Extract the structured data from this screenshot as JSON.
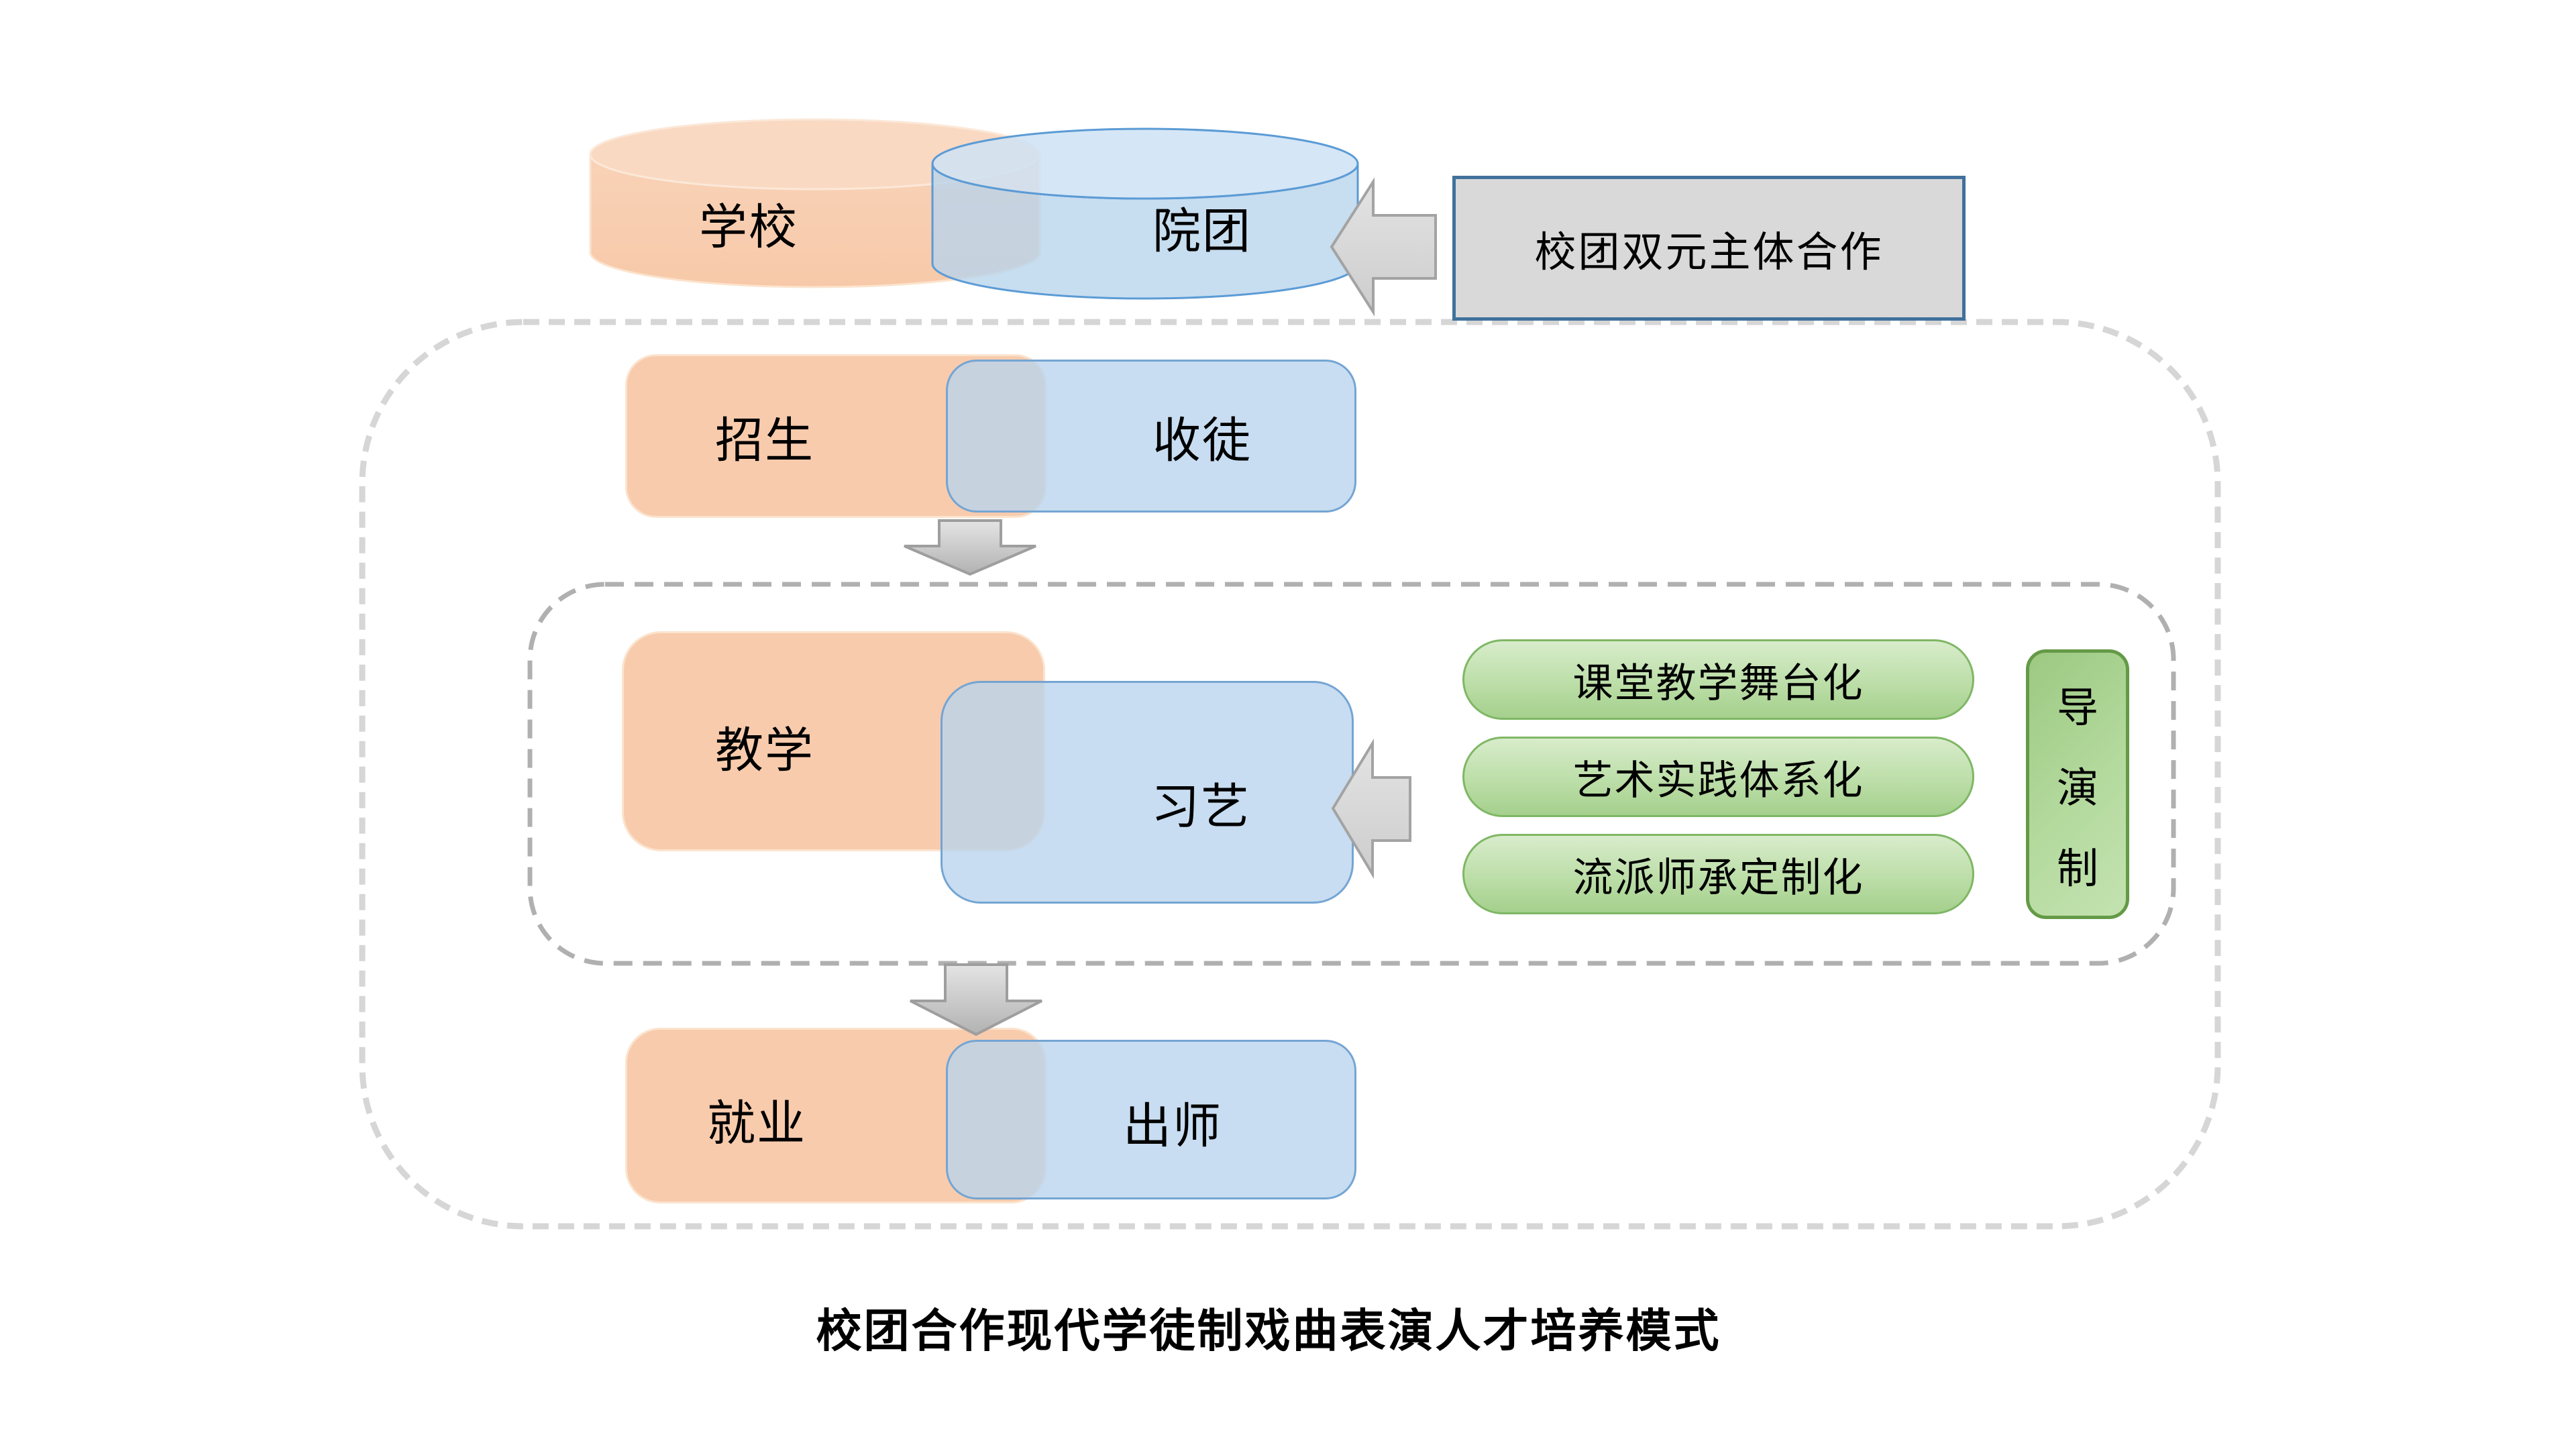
{
  "title": "校团合作现代学徒制戏曲表演人才培养模式",
  "entities": {
    "school": "学校",
    "troupe": "院团"
  },
  "cooperation": {
    "label": "校团双元主体合作"
  },
  "stages": [
    {
      "school": "招生",
      "troupe": "收徒"
    },
    {
      "school": "教学",
      "troupe": "习艺"
    },
    {
      "school": "就业",
      "troupe": "出师"
    }
  ],
  "teaching_methods": [
    "课堂教学舞台化",
    "艺术实践体系化",
    "流派师承定制化"
  ],
  "director_system": {
    "label": "导演制",
    "chars": [
      "导",
      "演",
      "制"
    ]
  },
  "colors": {
    "school_fill": "#F8CBAD",
    "troupe_fill": "#BDD7EE",
    "troupe_border": "#5B9BD5",
    "method_fill": "#A9D18E",
    "method_border": "#7FB765",
    "director_border": "#649A47",
    "cooperation_fill": "#D9D9D9",
    "cooperation_border": "#41719C",
    "arrow_fill": "#DCDCDC",
    "dash_outer": "#D6D6D6",
    "dash_inner": "#B0B0B0"
  }
}
